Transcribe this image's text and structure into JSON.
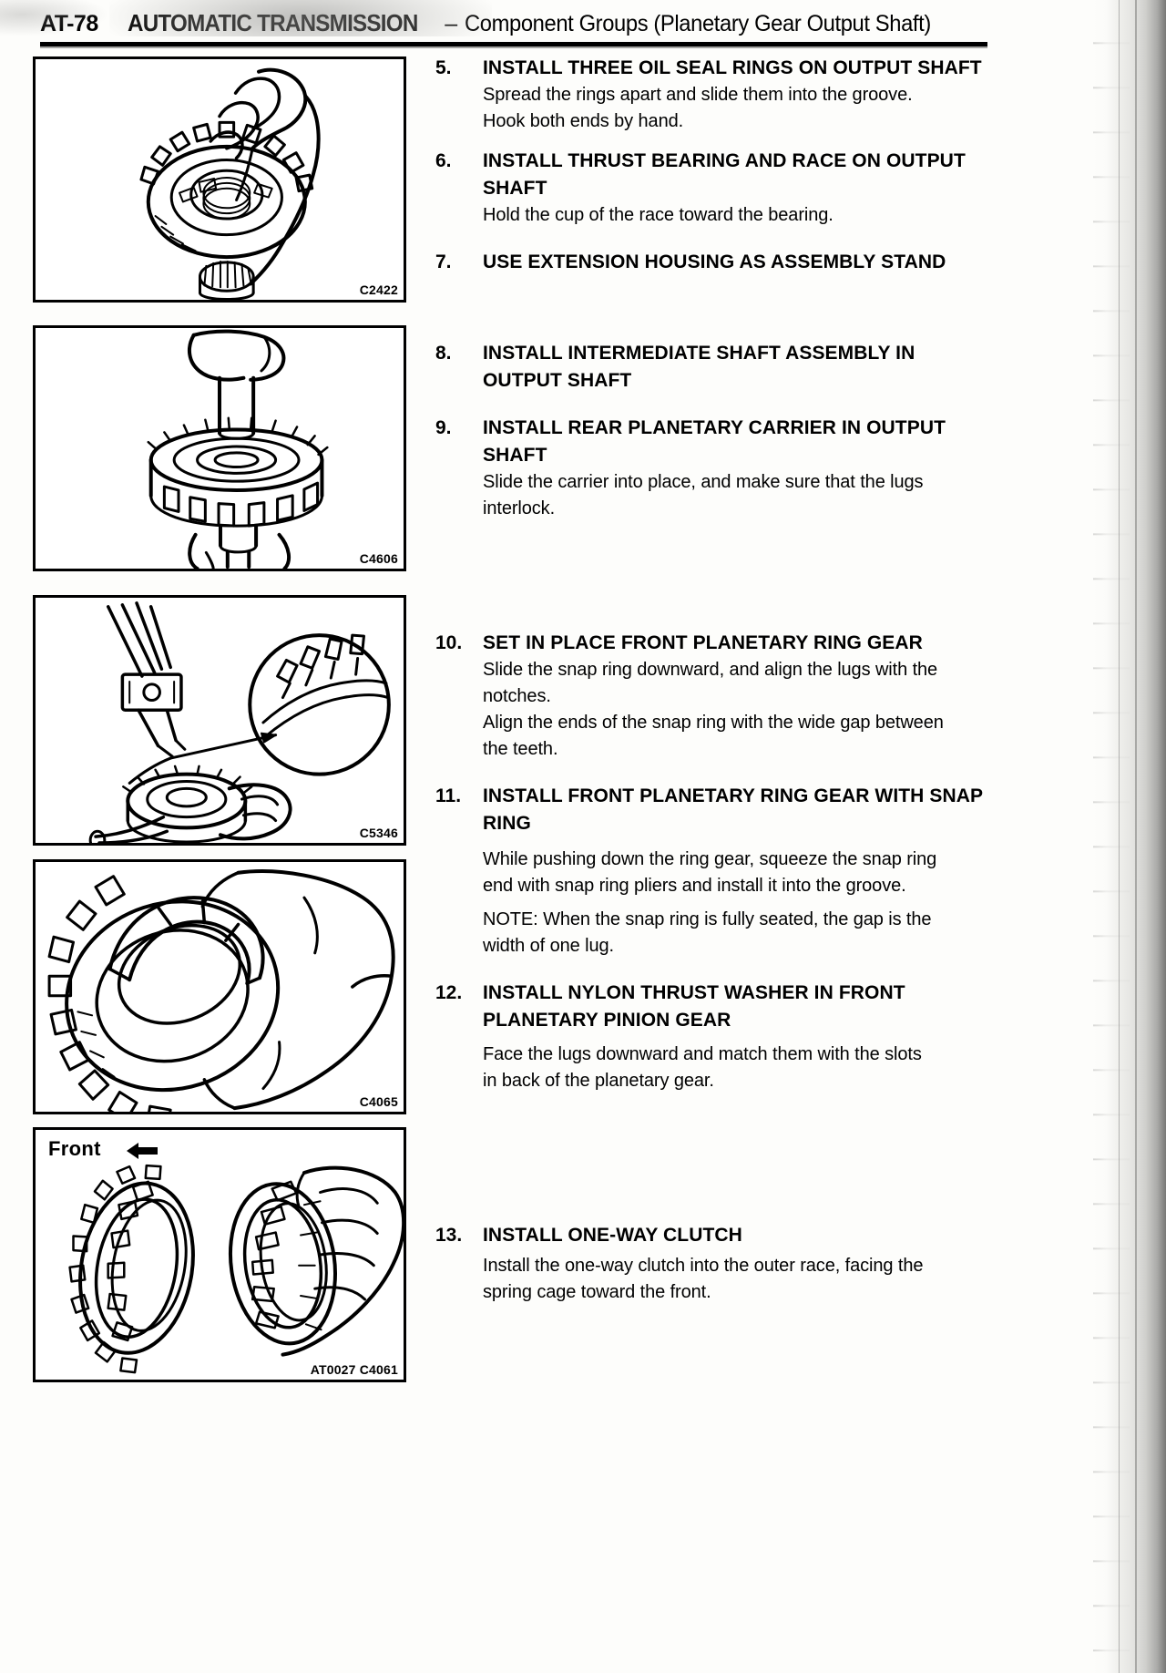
{
  "header": {
    "page_number": "AT-78",
    "title": "AUTOMATIC TRANSMISSION",
    "dash": "–",
    "subtitle": "Component Groups (Planetary Gear Output Shaft)"
  },
  "figures": [
    {
      "caption": "C2422",
      "front_label": ""
    },
    {
      "caption": "C4606",
      "front_label": ""
    },
    {
      "caption": "C5346",
      "front_label": ""
    },
    {
      "caption": "C4065",
      "front_label": ""
    },
    {
      "caption": "AT0027 C4061",
      "front_label": "Front"
    }
  ],
  "steps": [
    {
      "number": "5.",
      "title": "INSTALL THREE OIL SEAL RINGS ON OUTPUT SHAFT",
      "body": "Spread the rings apart and slide them into the groove.\nHook both ends by hand."
    },
    {
      "number": "6.",
      "title": "INSTALL THRUST BEARING AND RACE ON OUTPUT\nSHAFT",
      "body": "Hold the cup of the race toward the bearing."
    },
    {
      "number": "7.",
      "title": "USE EXTENSION HOUSING AS ASSEMBLY STAND",
      "body": ""
    },
    {
      "number": "8.",
      "title": "INSTALL INTERMEDIATE SHAFT ASSEMBLY IN\nOUTPUT SHAFT",
      "body": ""
    },
    {
      "number": "9.",
      "title": "INSTALL REAR PLANETARY CARRIER IN OUTPUT\nSHAFT",
      "body": "Slide the carrier into place, and make sure that the lugs\ninterlock."
    },
    {
      "number": "10.",
      "title": "SET IN PLACE FRONT PLANETARY RING GEAR",
      "body": "Slide the snap ring downward, and align the lugs with the\nnotches.\nAlign the ends of the snap ring with the wide gap between\nthe teeth."
    },
    {
      "number": "11.",
      "title": "INSTALL FRONT PLANETARY RING GEAR WITH SNAP\nRING",
      "body": "While pushing down the ring gear, squeeze the snap ring\nend with snap ring pliers and install it into the groove.",
      "note": "NOTE:   When the snap ring is fully seated, the gap is the\nwidth of one lug."
    },
    {
      "number": "12.",
      "title": "INSTALL NYLON THRUST WASHER IN FRONT\nPLANETARY PINION GEAR",
      "body": "Face the lugs downward and match them with the slots\nin back of the planetary gear."
    },
    {
      "number": "13.",
      "title": "INSTALL ONE-WAY CLUTCH",
      "body": "Install the one-way clutch into the outer race, facing the\nspring cage toward the front."
    }
  ]
}
